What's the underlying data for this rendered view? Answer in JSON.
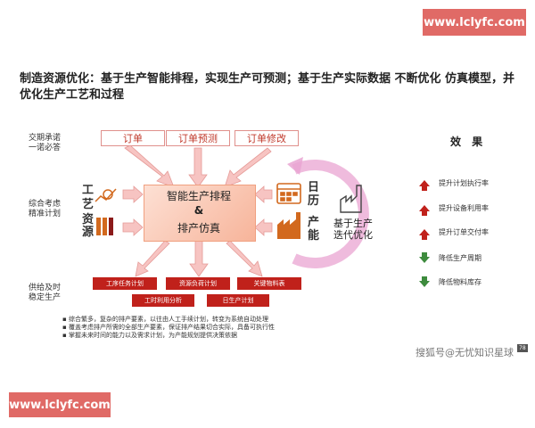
{
  "watermark": {
    "top": "www.lclyfc.com",
    "bottom": "www.lclyfc.com"
  },
  "title": "制造资源优化：基于生产智能排程，实现生产可预测；基于生产实际数据 不断优化 仿真模型，并优化生产工艺和过程",
  "side_labels": {
    "delivery": "交期承诺\n一诺必答",
    "planning": "综合考虑\n精准计划",
    "supply": "供给及时\n稳定生产"
  },
  "orders": [
    "订单",
    "订单预测",
    "订单修改"
  ],
  "left_labels": {
    "craft": "工\n艺",
    "resource": "资\n源"
  },
  "center": {
    "line1": "智能生产排程",
    "line2": "&",
    "line3": "排产仿真"
  },
  "right_labels": {
    "calendar": "日\n历",
    "capacity": "产\n能"
  },
  "loop_text": "基于生产\n迭代优化",
  "outputs_row1": [
    "工序任务计划",
    "资源负荷计划",
    "关键物料表"
  ],
  "outputs_row2": [
    "工时利用分析",
    "日生产计划"
  ],
  "effects": {
    "title": "效 果",
    "items": [
      {
        "label": "提升计划执行率",
        "direction": "up"
      },
      {
        "label": "提升设备利用率",
        "direction": "up"
      },
      {
        "label": "提升订单交付率",
        "direction": "up"
      },
      {
        "label": "降低生产周期",
        "direction": "down"
      },
      {
        "label": "降低物料库存",
        "direction": "down"
      }
    ]
  },
  "bullets": [
    "综合繁多，复杂的排产要素，以往由人工手续计划，转变为系统自动处理",
    "覆盖考虑排产所需的全部生产要素，保证排产结果切合实际，具备可执行性",
    "掌握未来时间的能力以及需求计划，为产能规划提供决策依据"
  ],
  "credit": "搜狐号@无忧知识星球",
  "page_number": "78",
  "colors": {
    "accent_red": "#c0211b",
    "pink_arrow": "#f2b0ae",
    "green": "#3d8b3d"
  }
}
